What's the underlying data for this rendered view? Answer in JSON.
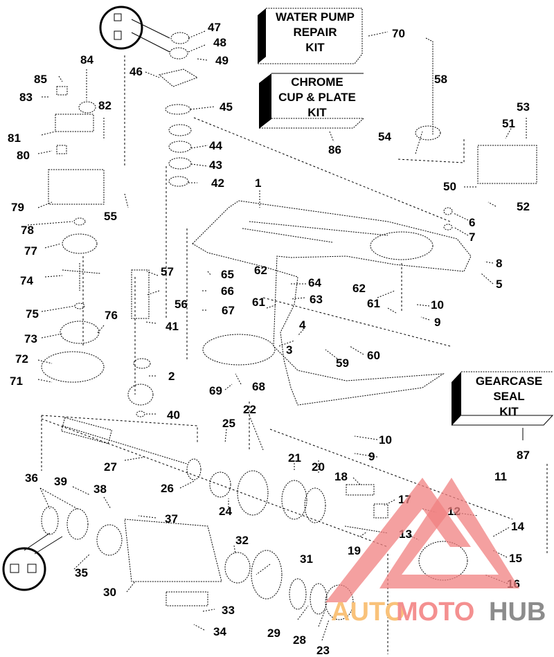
{
  "diagram": {
    "title": "Gearcase exploded parts diagram",
    "kits": [
      {
        "id": "water-pump-kit",
        "lines": [
          "WATER PUMP",
          "REPAIR",
          "KIT"
        ],
        "ref": "70"
      },
      {
        "id": "chrome-cup-kit",
        "lines": [
          "CHROME",
          "CUP & PLATE",
          "KIT"
        ],
        "ref": "86"
      },
      {
        "id": "gearcase-seal-kit",
        "lines": [
          "GEARCASE",
          "SEAL",
          "KIT"
        ],
        "ref": "87"
      }
    ],
    "part_labels": [
      {
        "n": "47"
      },
      {
        "n": "48"
      },
      {
        "n": "49"
      },
      {
        "n": "46"
      },
      {
        "n": "45"
      },
      {
        "n": "44"
      },
      {
        "n": "43"
      },
      {
        "n": "42"
      },
      {
        "n": "84"
      },
      {
        "n": "85"
      },
      {
        "n": "83"
      },
      {
        "n": "82"
      },
      {
        "n": "81"
      },
      {
        "n": "80"
      },
      {
        "n": "79"
      },
      {
        "n": "55"
      },
      {
        "n": "78"
      },
      {
        "n": "77"
      },
      {
        "n": "74"
      },
      {
        "n": "75"
      },
      {
        "n": "76"
      },
      {
        "n": "73"
      },
      {
        "n": "72"
      },
      {
        "n": "71"
      },
      {
        "n": "57"
      },
      {
        "n": "56"
      },
      {
        "n": "41"
      },
      {
        "n": "2"
      },
      {
        "n": "40"
      },
      {
        "n": "58"
      },
      {
        "n": "53"
      },
      {
        "n": "51"
      },
      {
        "n": "54"
      },
      {
        "n": "50"
      },
      {
        "n": "52"
      },
      {
        "n": "1"
      },
      {
        "n": "6"
      },
      {
        "n": "7"
      },
      {
        "n": "8"
      },
      {
        "n": "5"
      },
      {
        "n": "65"
      },
      {
        "n": "62"
      },
      {
        "n": "64"
      },
      {
        "n": "66"
      },
      {
        "n": "61"
      },
      {
        "n": "63"
      },
      {
        "n": "67"
      },
      {
        "n": "62"
      },
      {
        "n": "10"
      },
      {
        "n": "61"
      },
      {
        "n": "9"
      },
      {
        "n": "4"
      },
      {
        "n": "3"
      },
      {
        "n": "59"
      },
      {
        "n": "60"
      },
      {
        "n": "69"
      },
      {
        "n": "68"
      },
      {
        "n": "22"
      },
      {
        "n": "25"
      },
      {
        "n": "10"
      },
      {
        "n": "9"
      },
      {
        "n": "21"
      },
      {
        "n": "20"
      },
      {
        "n": "27"
      },
      {
        "n": "26"
      },
      {
        "n": "24"
      },
      {
        "n": "18"
      },
      {
        "n": "11"
      },
      {
        "n": "36"
      },
      {
        "n": "39"
      },
      {
        "n": "38"
      },
      {
        "n": "37"
      },
      {
        "n": "17"
      },
      {
        "n": "12"
      },
      {
        "n": "14"
      },
      {
        "n": "13"
      },
      {
        "n": "15"
      },
      {
        "n": "19"
      },
      {
        "n": "35"
      },
      {
        "n": "32"
      },
      {
        "n": "31"
      },
      {
        "n": "16"
      },
      {
        "n": "30"
      },
      {
        "n": "33"
      },
      {
        "n": "29"
      },
      {
        "n": "28"
      },
      {
        "n": "34"
      },
      {
        "n": "23"
      }
    ]
  },
  "watermark": {
    "parts": [
      "AUTO",
      "MOTO",
      "HUB"
    ],
    "colors": {
      "auto": "#f9c27a",
      "moto": "#f49090",
      "hub": "#8c8c8c",
      "triangle": "#f08080"
    }
  }
}
